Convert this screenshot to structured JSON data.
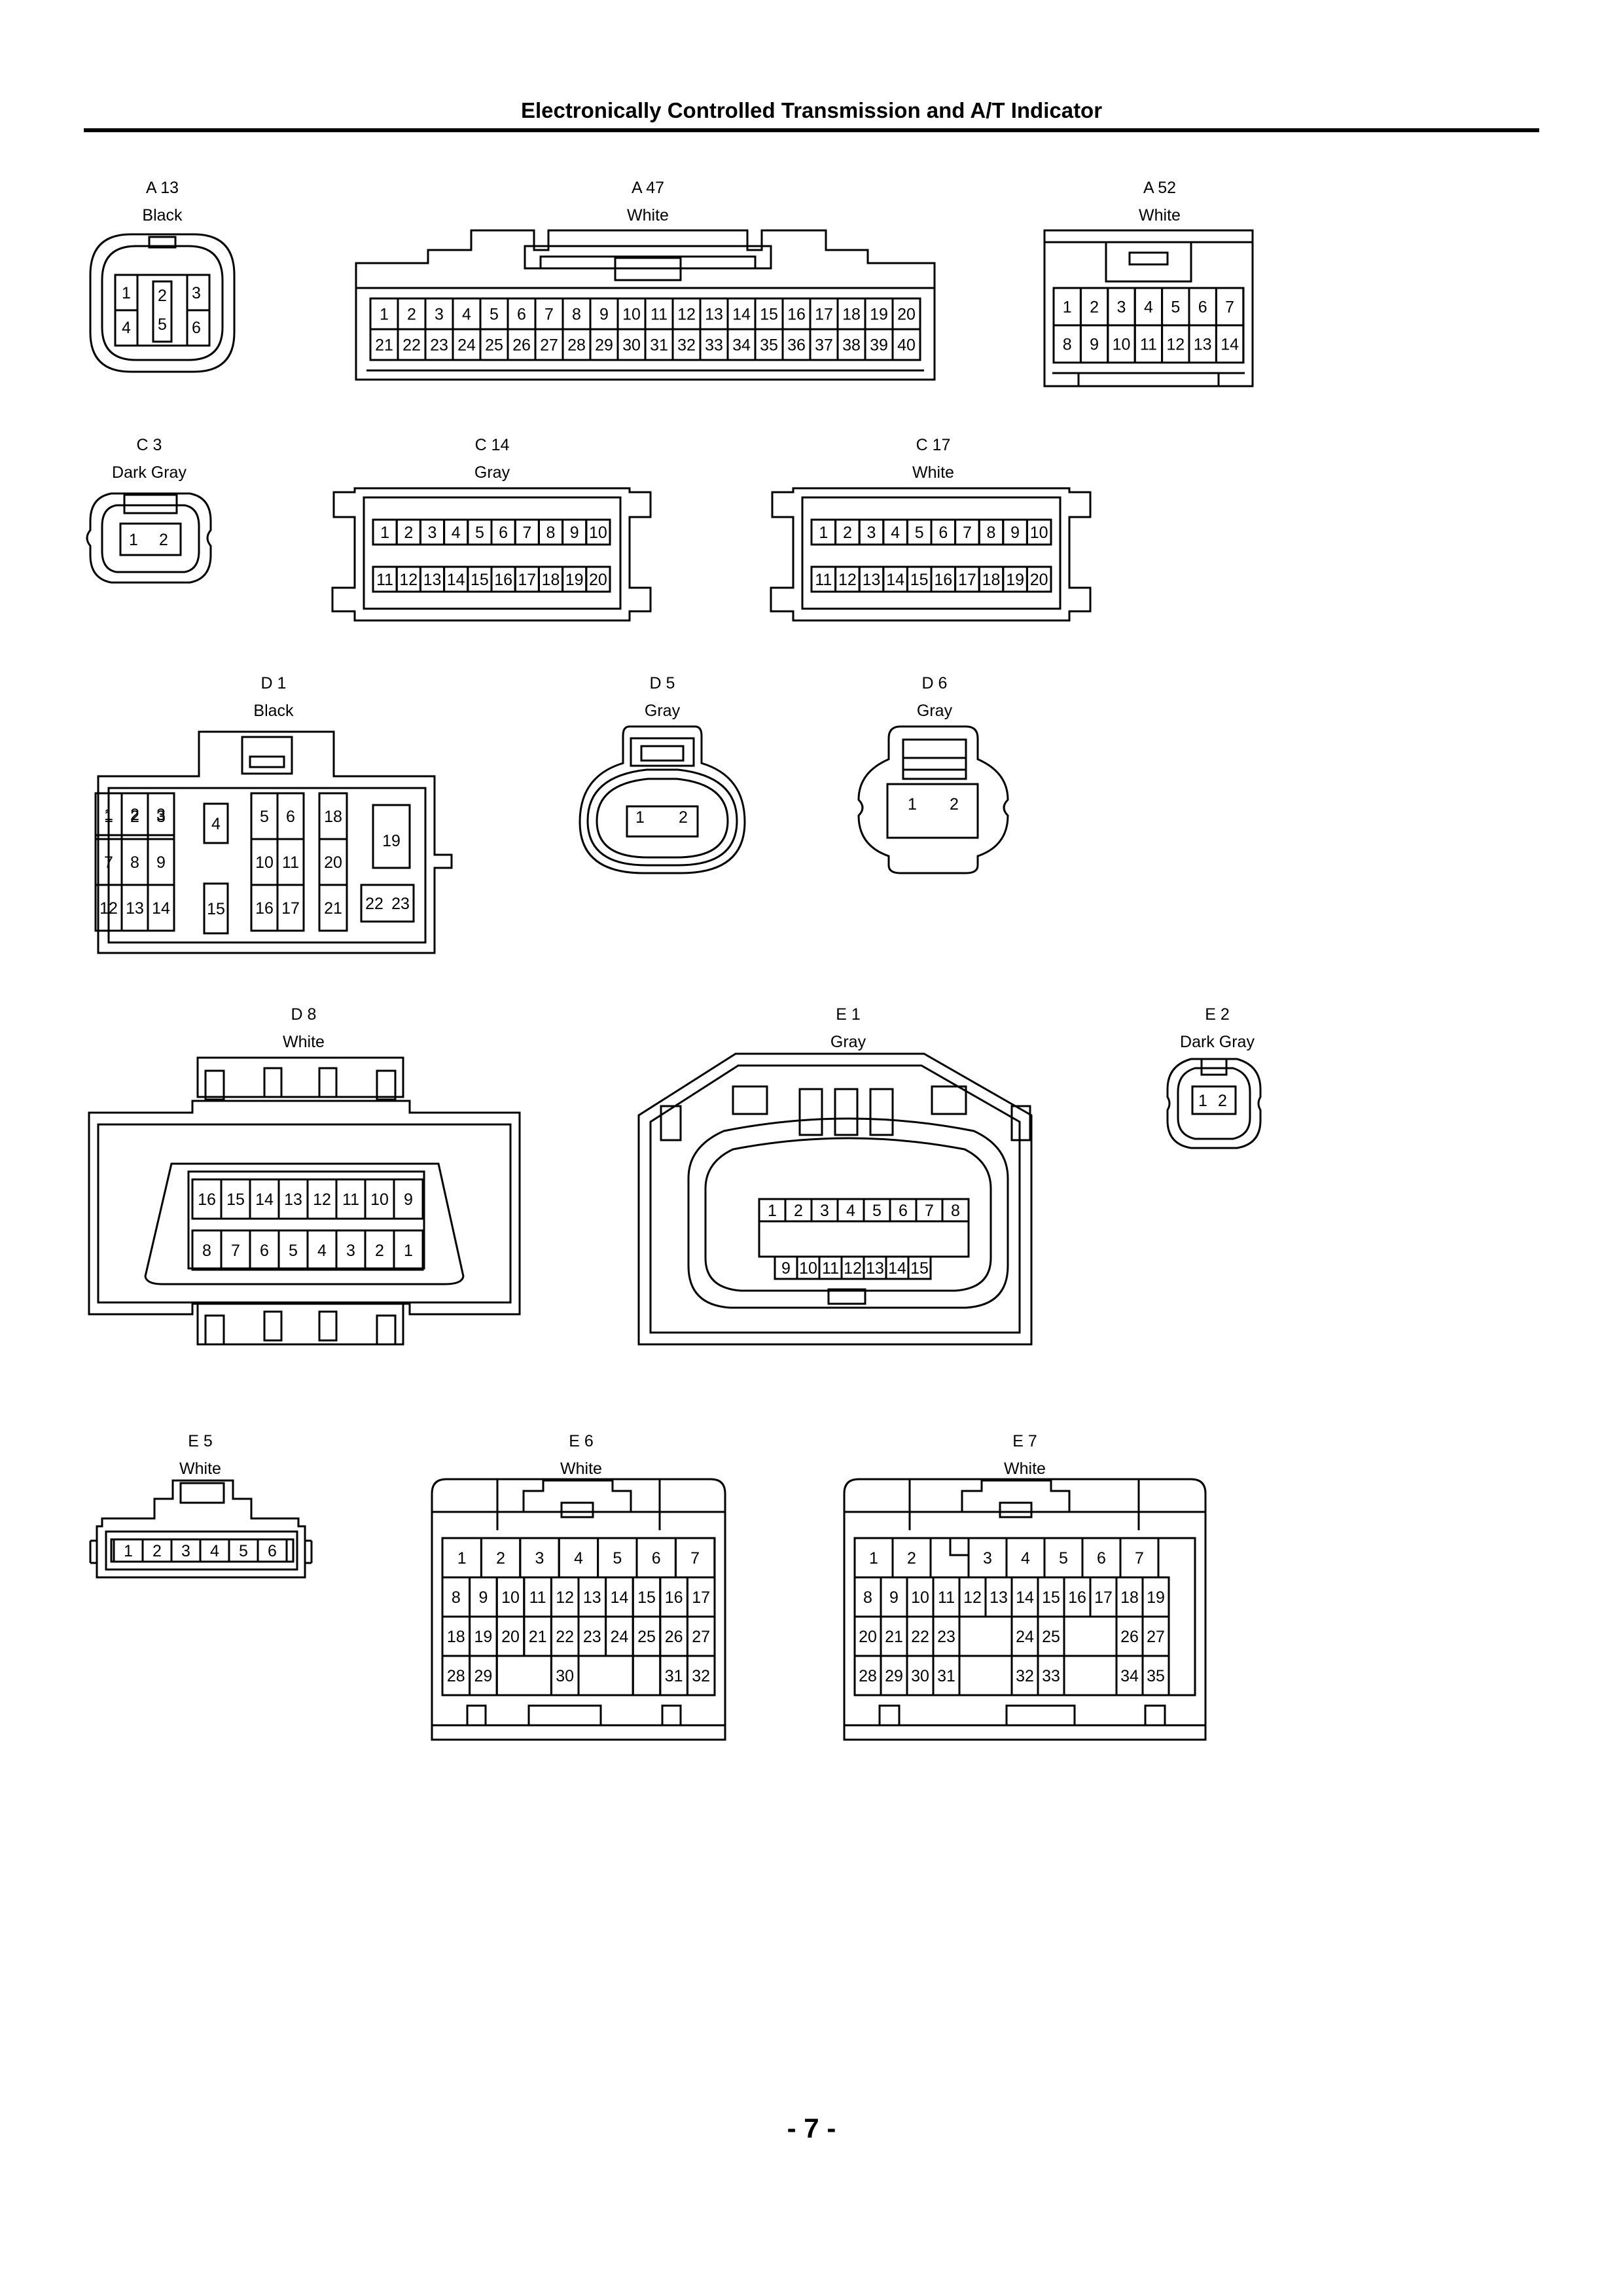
{
  "header": {
    "title": "Electronically Controlled Transmission and A/T Indicator"
  },
  "footer": {
    "page": "- 7 -"
  },
  "connectors": [
    {
      "code": "A 13",
      "color": "Black"
    },
    {
      "code": "A 47",
      "color": "White"
    },
    {
      "code": "A 52",
      "color": "White"
    },
    {
      "code": "C 3",
      "color": "Dark Gray"
    },
    {
      "code": "C 14",
      "color": "Gray"
    },
    {
      "code": "C 17",
      "color": "White"
    },
    {
      "code": "D 1",
      "color": "Black"
    },
    {
      "code": "D 5",
      "color": "Gray"
    },
    {
      "code": "D 6",
      "color": "Gray"
    },
    {
      "code": "D 8",
      "color": "White"
    },
    {
      "code": "E 1",
      "color": "Gray"
    },
    {
      "code": "E 2",
      "color": "Dark Gray"
    },
    {
      "code": "E 5",
      "color": "White"
    },
    {
      "code": "E 6",
      "color": "White"
    },
    {
      "code": "E 7",
      "color": "White"
    }
  ]
}
